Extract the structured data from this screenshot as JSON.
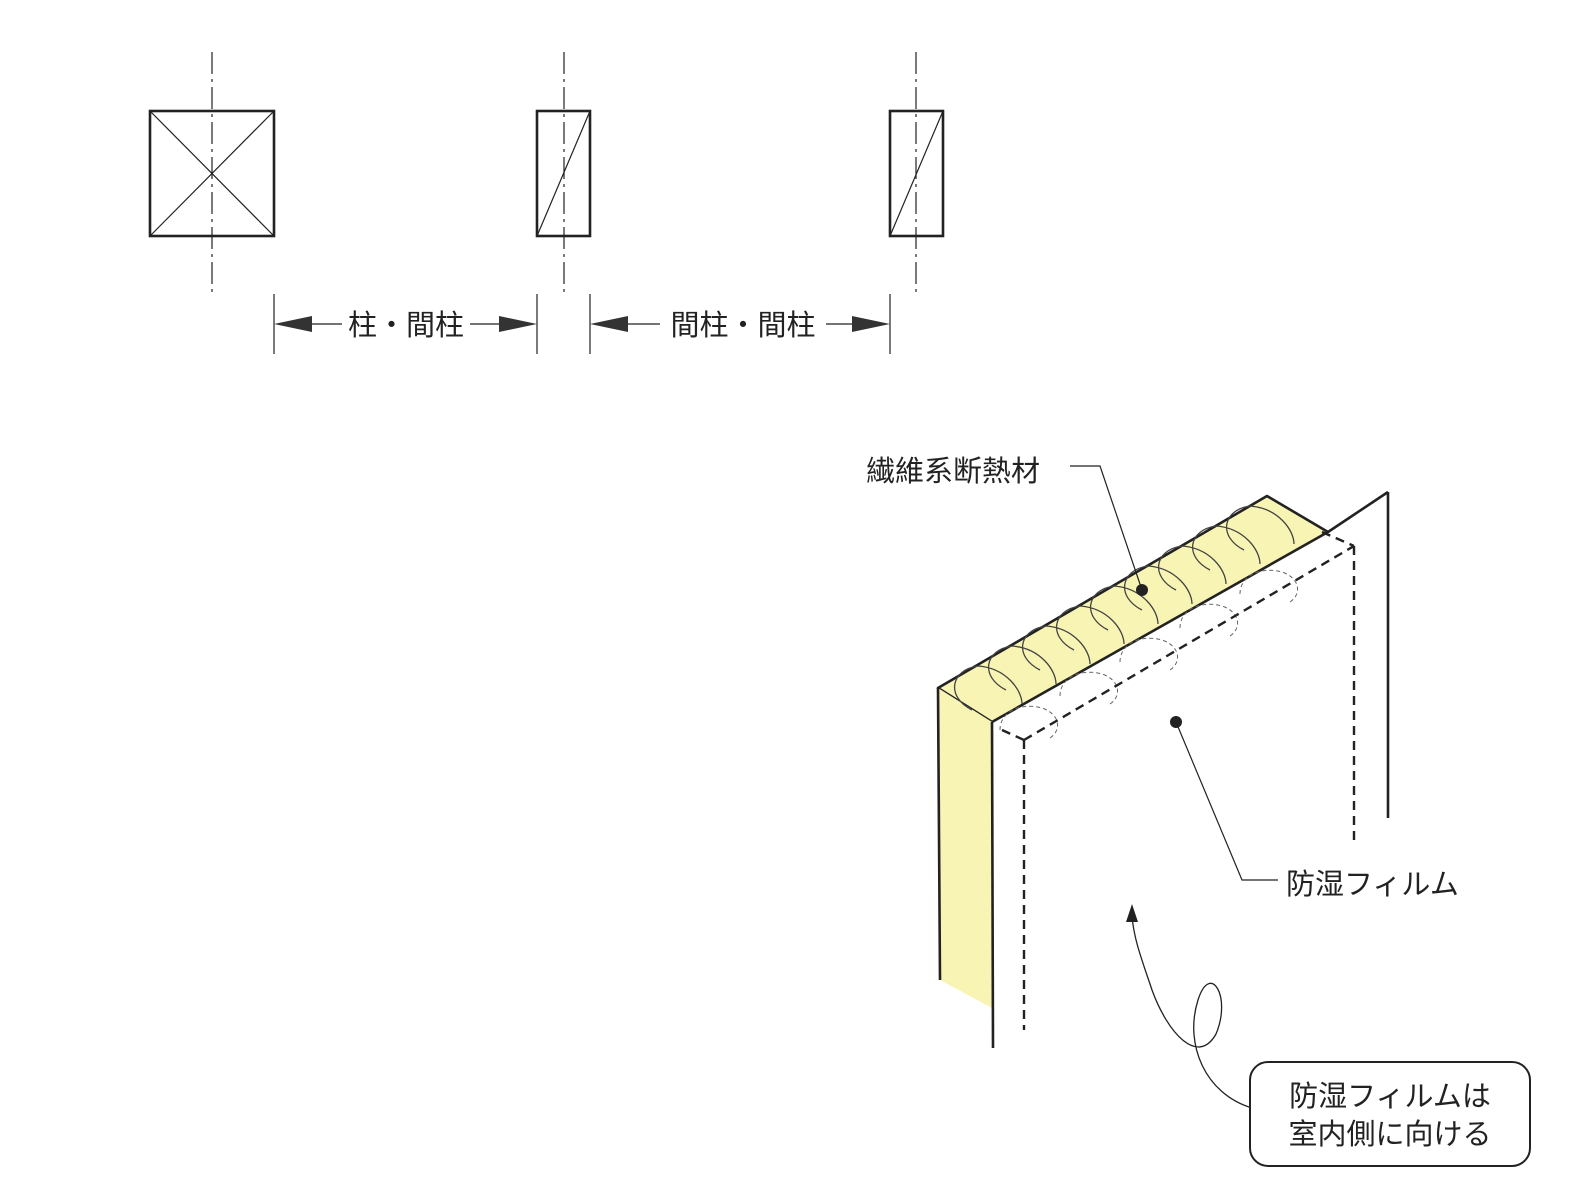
{
  "plan": {
    "dim_left_label": "柱・間柱",
    "dim_right_label": "間柱・間柱"
  },
  "wall": {
    "insulation_label": "繊維系断熱材",
    "film_label": "防湿フィルム",
    "callout_line1": "防湿フィルムは",
    "callout_line2": "室内側に向ける"
  },
  "colors": {
    "ink": "#222222",
    "insulation_fill": "#f8f4b4"
  }
}
